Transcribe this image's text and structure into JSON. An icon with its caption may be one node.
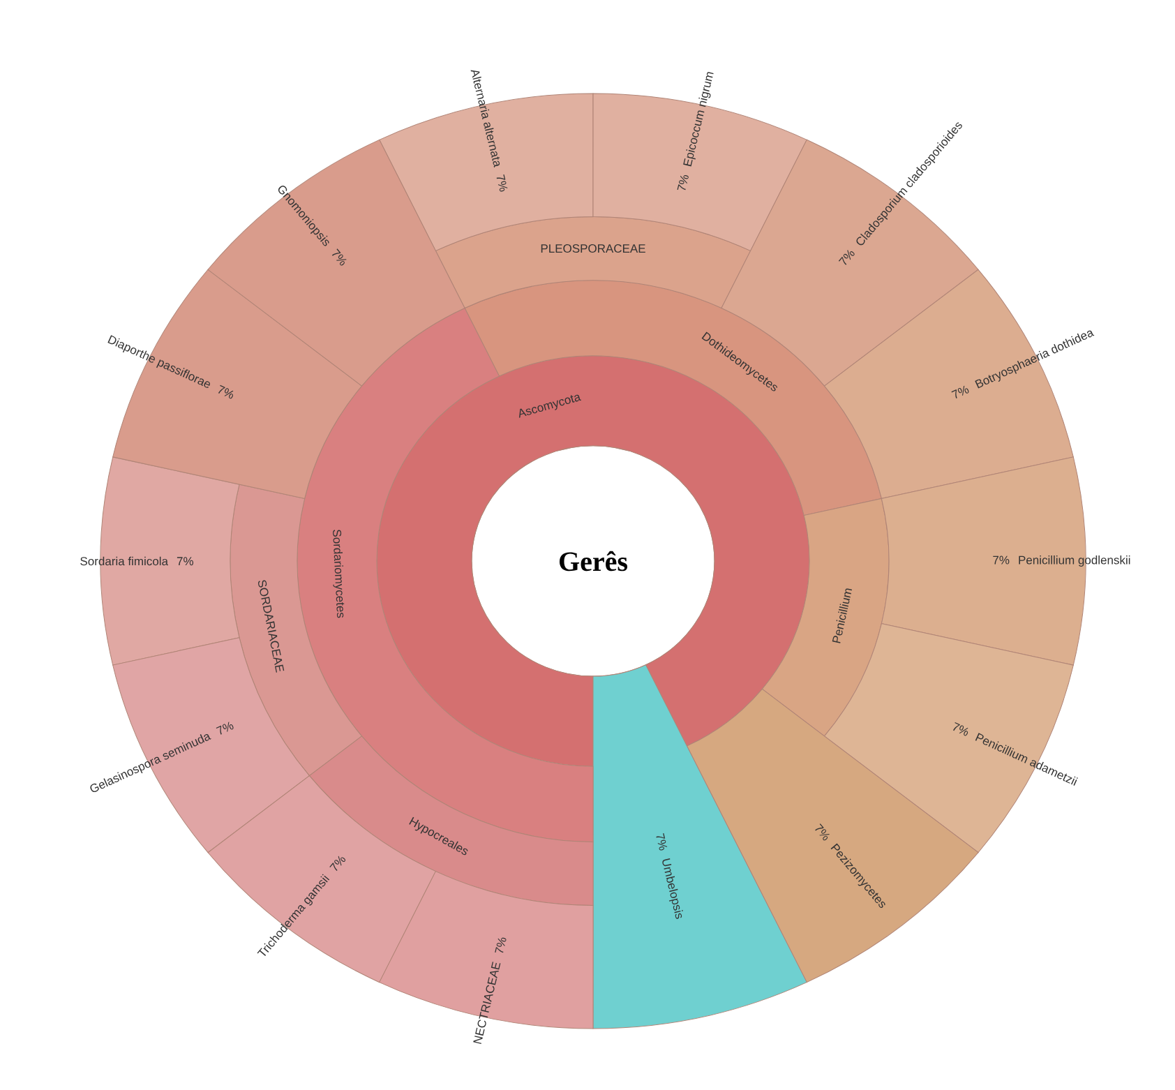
{
  "diagram": {
    "nodes": [
      {
        "text": [
          "Gerês"
        ]
      },
      {
        "text": [
          "Ascomycota"
        ]
      },
      {
        "text": [
          "Dothideomycetes"
        ]
      },
      {
        "text": [
          "PLEOSPORACEAE"
        ]
      },
      {
        "text": [
          "Alternaria alternata",
          "7%"
        ]
      },
      {
        "text": [
          "7%",
          "Epicoccum nigrum"
        ]
      },
      {
        "text": [
          "7%",
          "Cladosporium cladosporioides"
        ]
      },
      {
        "text": [
          "7%",
          "Botryosphaeria dothidea"
        ]
      },
      {
        "text": [
          "Penicillium"
        ]
      },
      {
        "text": [
          "7%",
          "Penicillium godlenskii"
        ]
      },
      {
        "text": [
          "7%",
          "Penicillium adametzii"
        ]
      },
      {
        "text": [
          "7%",
          "Pezizomycetes"
        ]
      },
      {
        "text": [
          "7%",
          "Umbelopsis"
        ]
      },
      {
        "text": [
          "Sordariomycetes"
        ]
      },
      {
        "text": [
          "SORDARIACEAE"
        ]
      },
      {
        "text": [
          "Sordaria fimicola",
          "7%"
        ]
      },
      {
        "text": [
          "Gelasinospora seminuda",
          "7%"
        ]
      },
      {
        "text": [
          "Hypocreales"
        ]
      },
      {
        "text": [
          "Trichoderma gamsii",
          "7%"
        ]
      },
      {
        "text": [
          "NECTRIACEAE",
          "7%"
        ]
      },
      {
        "text": [
          "Diaporthe passiflorae",
          "7%"
        ]
      },
      {
        "text": [
          "Gnomoniopsis",
          "7%"
        ]
      }
    ]
  }
}
